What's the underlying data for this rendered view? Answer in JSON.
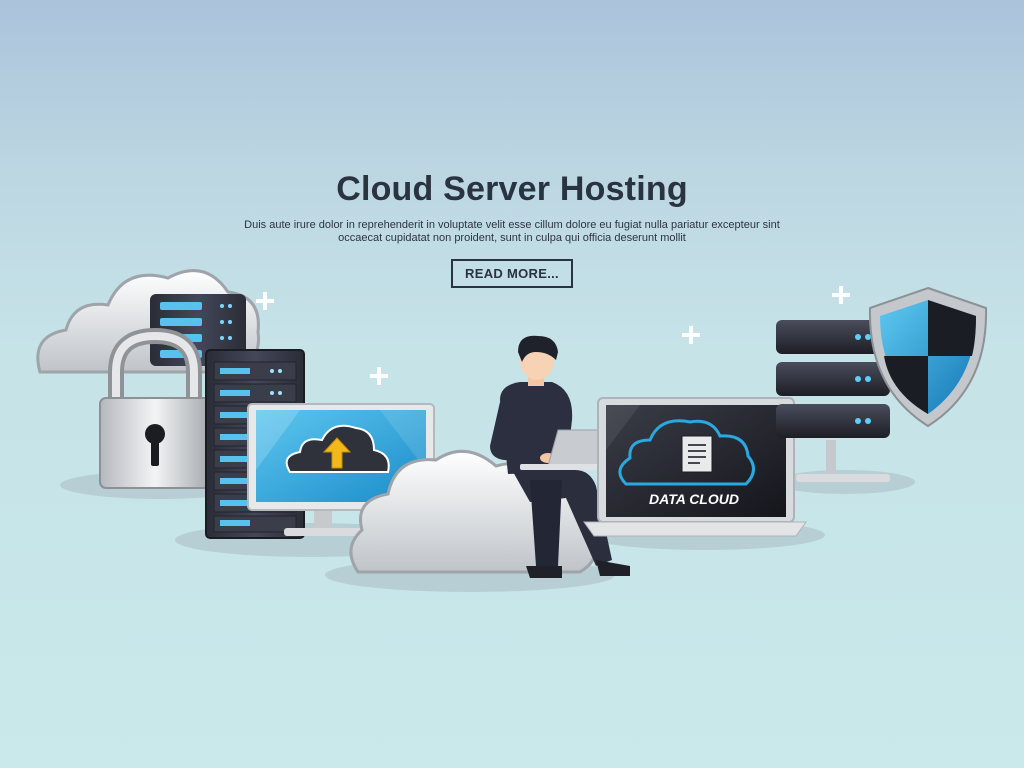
{
  "hero": {
    "title": "Cloud Server Hosting",
    "subtitle": "Duis aute irure dolor in reprehenderit in voluptate velit esse cillum dolore eu fugiat nulla pariatur excepteur sint occaecat cupidatat non proident, sunt in culpa qui officia deserunt mollit",
    "button_label": "READ MORE..."
  },
  "laptop_screen_label": "DATA CLOUD",
  "colors": {
    "title": "#2a3340",
    "accent_blue": "#2aa8e0",
    "server_dark": "#2b2b33",
    "shield_blue": "#1f8fc8",
    "upload_arrow": "#f2b81c"
  },
  "icons": [
    "cloud-icon",
    "padlock-icon",
    "server-rack-icon",
    "monitor-upload-icon",
    "person-with-laptop",
    "laptop-data-cloud",
    "server-stack-icon",
    "shield-icon",
    "plus-sparkle-icon"
  ]
}
